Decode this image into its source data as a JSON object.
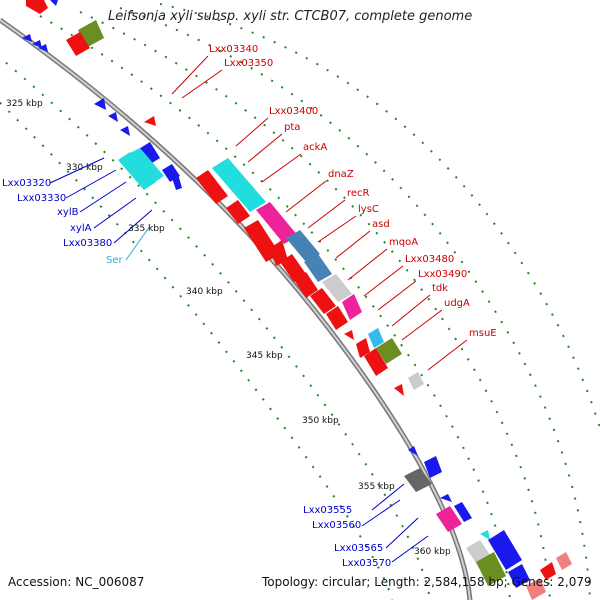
{
  "title": "Leifsonia xyli subsp. xyli str. CTCB07, complete genome",
  "footer": {
    "accession": "Accession: NC_006087",
    "summary": "Topology: circular; Length: 2,584,158 bp; Genes: 2,079"
  },
  "colors": {
    "backbone": "#888888",
    "forward_label": "#cc0000",
    "reverse_label": "#0000cc",
    "rna_label": "#33aadd",
    "tick": "#228822",
    "red": "#ee1111",
    "blue": "#1a1aee",
    "cyan": "#22dddd",
    "magenta": "#ee2299",
    "steelblue": "#4682b4",
    "lightgray": "#cccccc",
    "olive": "#6b8e23",
    "darkgray": "#666666",
    "skyblue": "#33bbee",
    "salmon": "#f08080"
  },
  "kbp_labels": [
    "325 kbp",
    "330 kbp",
    "335 kbp",
    "340 kbp",
    "345 kbp",
    "350 kbp",
    "355 kbp",
    "360 kbp"
  ],
  "forward_gene_labels": [
    "Lxx03340",
    "Lxx03350",
    "Lxx03400",
    "pta",
    "ackA",
    "dnaZ",
    "recR",
    "lysC",
    "asd",
    "mqoA",
    "Lxx03480",
    "Lxx03490",
    "tdk",
    "udgA",
    "msuE"
  ],
  "reverse_gene_labels": [
    "Lxx03320",
    "Lxx03330",
    "xylB",
    "xylA",
    "Lxx03380",
    "Lxx03555",
    "Lxx03560",
    "Lxx03565",
    "Lxx03570"
  ],
  "rna_gene_labels": [
    "Ser"
  ]
}
